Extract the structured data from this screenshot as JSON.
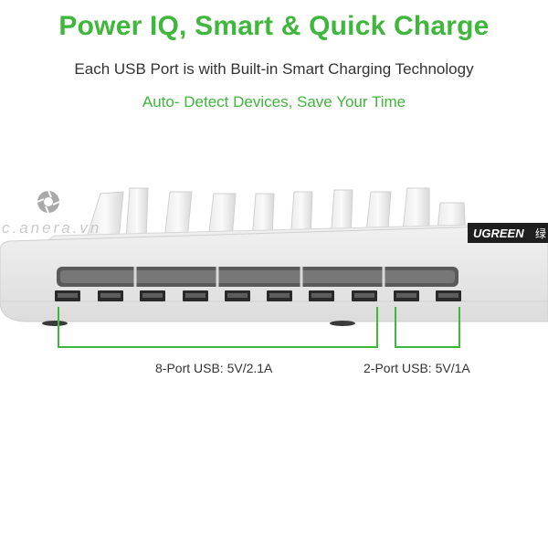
{
  "headline": "Power IQ, Smart & Quick Charge",
  "subheadline": "Each USB Port is with Built-in Smart Charging Technology",
  "feature_line": "Auto- Detect Devices, Save Your Time",
  "watermark": "c.anera.vn",
  "brand": "UGREEN",
  "brand_suffix": "绿",
  "callouts": [
    {
      "label": "8-Port USB: 5V/2.1A"
    },
    {
      "label": "2-Port USB: 5V/1A"
    }
  ],
  "colors": {
    "accent_green": "#3fb63c",
    "device_body": "#e9e9e9",
    "port_slot": "#2a2a2a"
  }
}
